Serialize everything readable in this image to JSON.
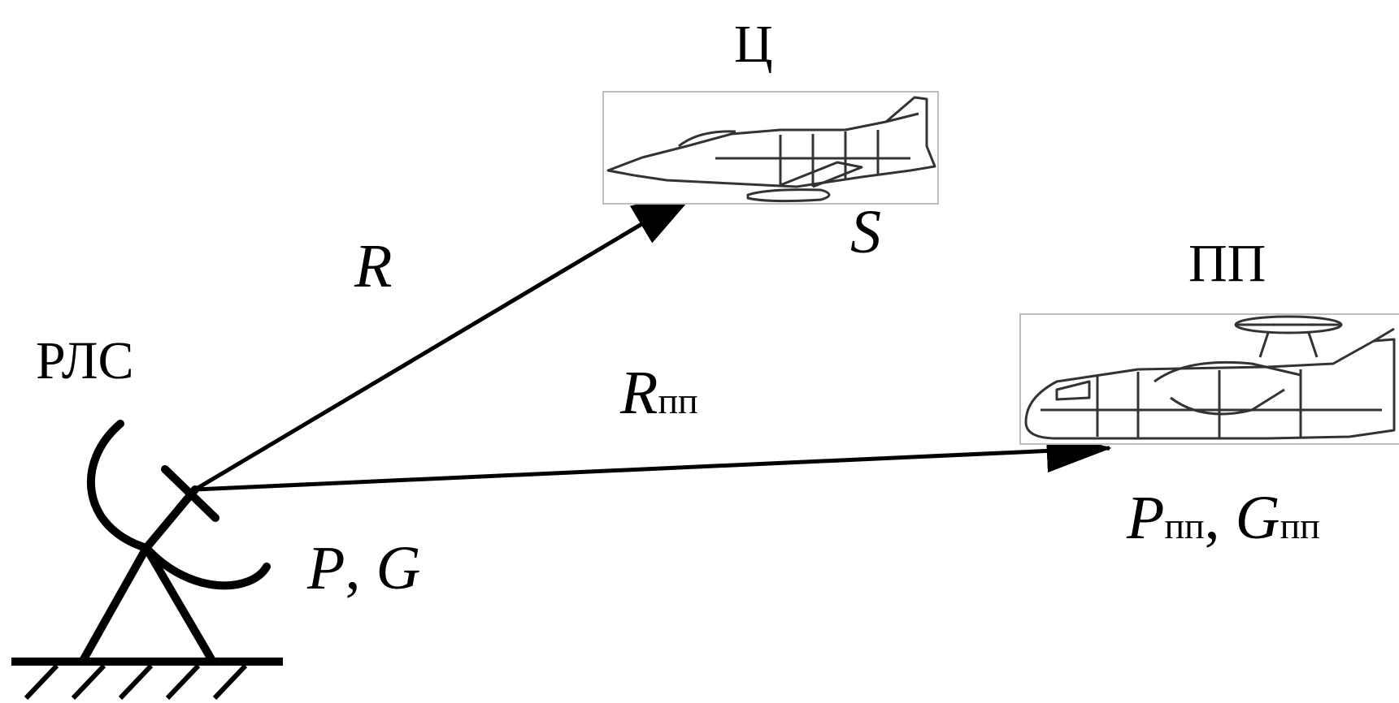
{
  "labels": {
    "target": "Ц",
    "jammer": "ПП",
    "radar": "РЛС",
    "range_symbol": "R",
    "target_rcs": "S",
    "jammer_range_symbol": "R",
    "jammer_range_sub": "пп",
    "radar_power": "P",
    "radar_sep": ", ",
    "radar_gain": "G",
    "jammer_power": "P",
    "jammer_power_sub": "пп",
    "jammer_sep": ", ",
    "jammer_gain": "G",
    "jammer_gain_sub": "пп"
  },
  "colors": {
    "ink": "#000000",
    "frame": "#bdbdbd"
  },
  "icons": {
    "target": "fighter-jet-icon",
    "jammer": "awacs-plane-icon",
    "radar": "radar-antenna-icon"
  }
}
